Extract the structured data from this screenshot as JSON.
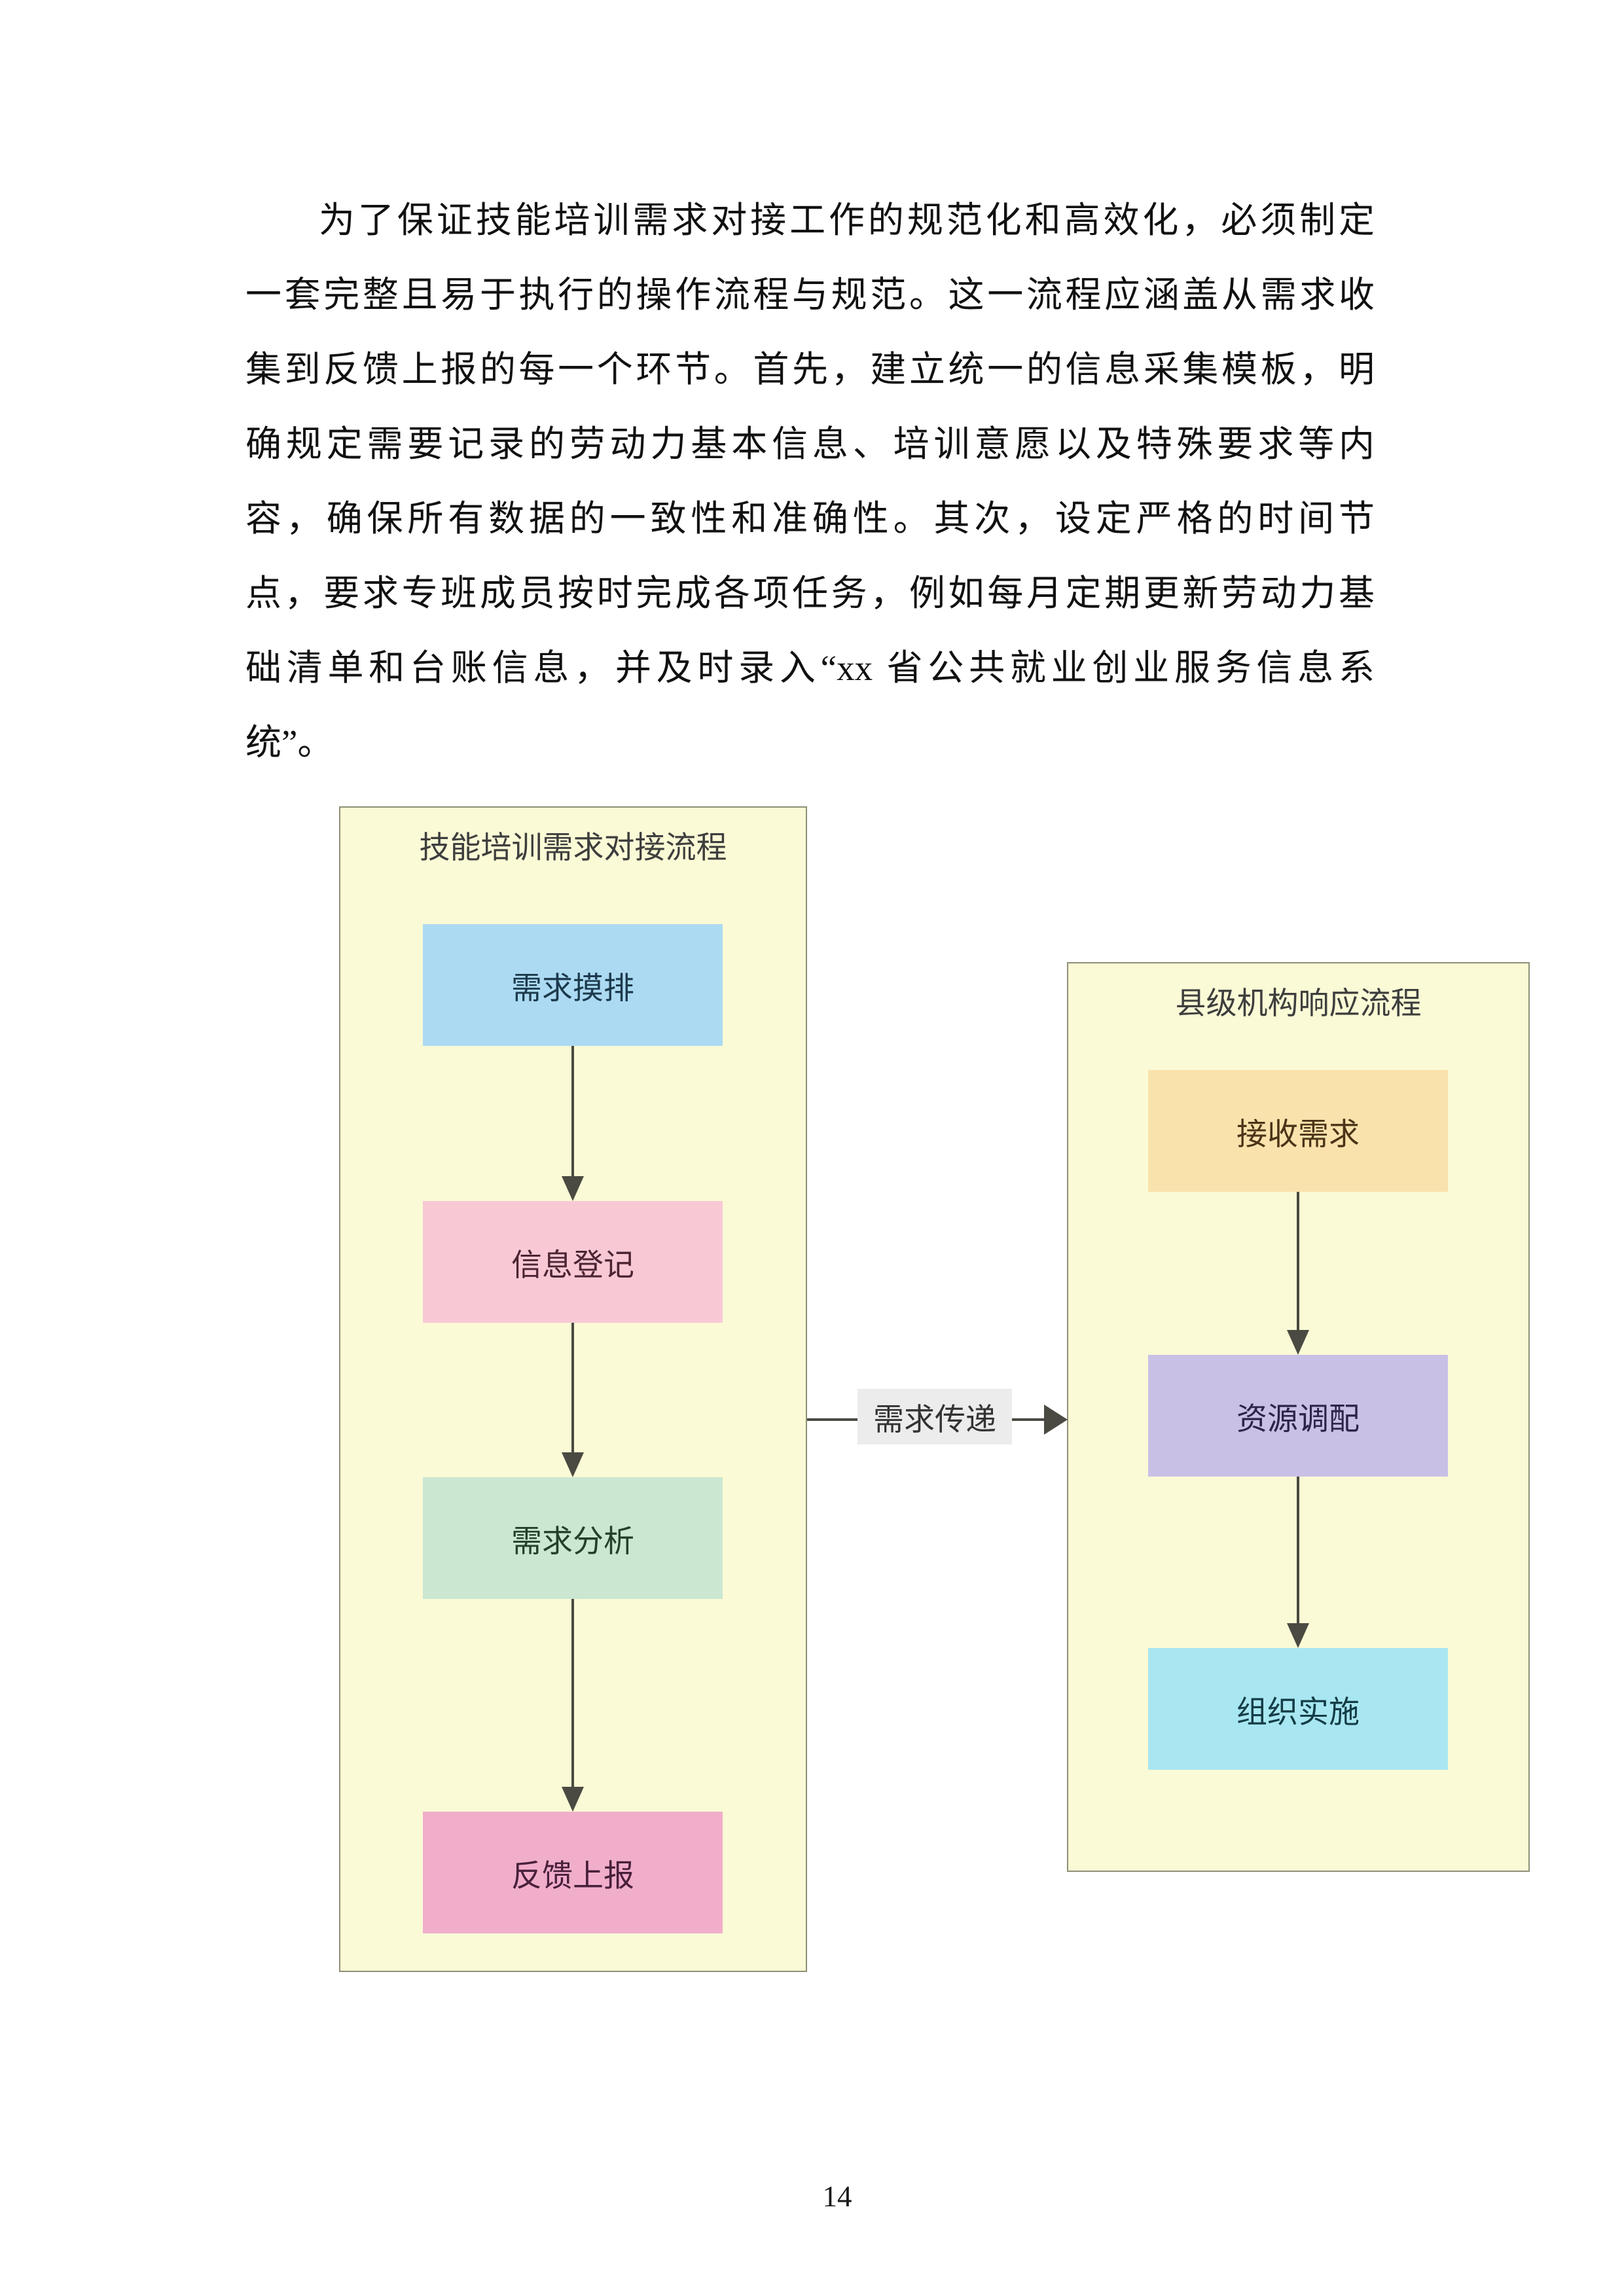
{
  "page": {
    "number": "14"
  },
  "paragraph": {
    "lines": [
      "为了保证技能培训需求对接工作的规范化和高效化，必须制定",
      "一套完整且易于执行的操作流程与规范。这一流程应涵盖从需求收",
      "集到反馈上报的每一个环节。首先，建立统一的信息采集模板，明",
      "确规定需要记录的劳动力基本信息、培训意愿以及特殊要求等内",
      "容，确保所有数据的一致性和准确性。其次，设定严格的时间节",
      "点，要求专班成员按时完成各项任务，例如每月定期更新劳动力基",
      "础清单和台账信息，并及时录入“xx 省公共就业创业服务信息系",
      "统”。"
    ]
  },
  "flowchart": {
    "left": {
      "title": "技能培训需求对接流程",
      "steps": [
        "需求摸排",
        "信息登记",
        "需求分析",
        "反馈上报"
      ]
    },
    "right": {
      "title": "县级机构响应流程",
      "steps": [
        "接收需求",
        "资源调配",
        "组织实施"
      ]
    },
    "connector": {
      "label": "需求传递"
    },
    "colors": {
      "container_bg": "#FAFAD6",
      "container_border": "#8F8F78",
      "step_demand_survey": "#ACDAF2",
      "step_info_register": "#F8C9D5",
      "step_demand_analysis": "#CBE7D2",
      "step_feedback_report": "#F1AECB",
      "step_receive_demand": "#FAE2AC",
      "step_resource_alloc": "#C9C0E5",
      "step_organize_impl": "#A8E7F1",
      "arrow": "#4A4A42",
      "connector_label_bg": "#ECECEC"
    }
  }
}
